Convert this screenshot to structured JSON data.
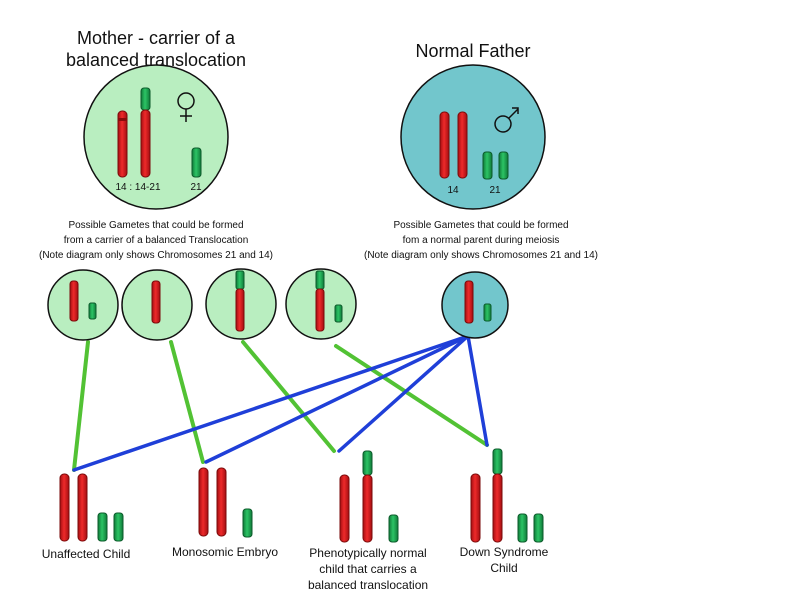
{
  "colors": {
    "mother_circle": "#b9eec0",
    "father_circle": "#72c6cc",
    "chromosome_red": "#d8191e",
    "chromosome_green": "#19a14e",
    "line_green": "#52c234",
    "line_blue": "#1f3fd8"
  },
  "mother": {
    "title_line1": "Mother - carrier of a",
    "title_line2": "balanced  translocation",
    "label_left": "14 : 14-21",
    "label_right": "21",
    "symbol": "female-symbol"
  },
  "father": {
    "title": "Normal Father",
    "label_left": "14",
    "label_right": "21",
    "symbol": "male-symbol"
  },
  "mother_gametes_note": {
    "line1": "Possible Gametes that could be formed",
    "line2": "from a carrier of a balanced Translocation",
    "line3": "(Note diagram only shows Chromosomes 21 and 14)"
  },
  "father_gametes_note": {
    "line1": "Possible Gametes that could be formed",
    "line2": "fom a normal parent during meiosis",
    "line3": "(Note diagram only shows Chromosomes 21 and 14)"
  },
  "children": [
    {
      "lines": [
        "Unaffected Child"
      ]
    },
    {
      "lines": [
        "Monosomic  Embryo"
      ]
    },
    {
      "lines": [
        "Phenotypically normal",
        "child that carries a",
        "balanced translocation"
      ]
    },
    {
      "lines": [
        "Down Syndrome",
        "Child"
      ]
    }
  ]
}
